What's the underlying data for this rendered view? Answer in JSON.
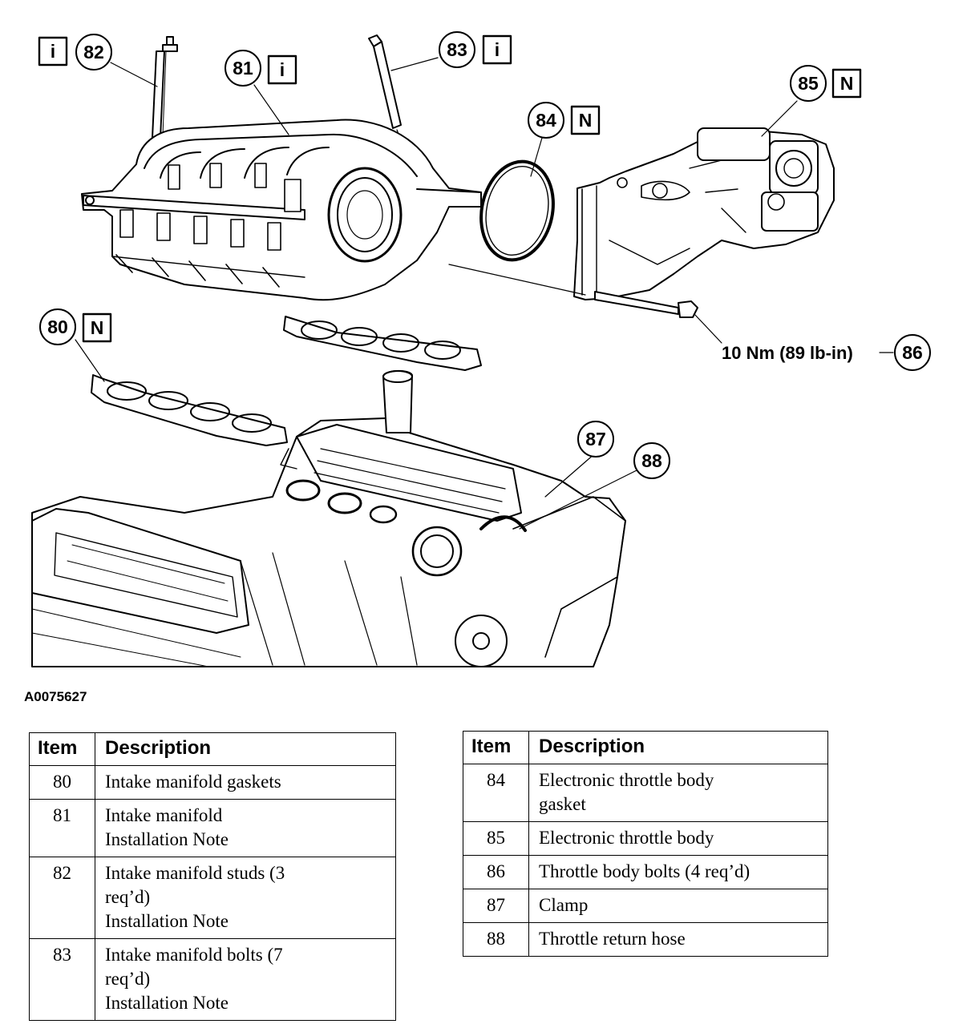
{
  "figure_id": "A0075627",
  "callouts": [
    {
      "num": "82",
      "badge": "i"
    },
    {
      "num": "81",
      "badge": "i"
    },
    {
      "num": "83",
      "badge": "i"
    },
    {
      "num": "84",
      "badge": "N"
    },
    {
      "num": "85",
      "badge": "N"
    },
    {
      "num": "80",
      "badge": "N"
    },
    {
      "num": "86",
      "badge": ""
    },
    {
      "num": "87",
      "badge": ""
    },
    {
      "num": "88",
      "badge": ""
    }
  ],
  "torque_label": "10 Nm (89 lb-in)",
  "table_headers": {
    "item": "Item",
    "description": "Description"
  },
  "left_table": [
    {
      "item": "80",
      "lines": [
        "Intake manifold gaskets"
      ]
    },
    {
      "item": "81",
      "lines": [
        "Intake manifold",
        "Installation Note"
      ]
    },
    {
      "item": "82",
      "lines": [
        "Intake manifold studs (3",
        "req’d)",
        "Installation Note"
      ]
    },
    {
      "item": "83",
      "lines": [
        "Intake manifold bolts (7",
        "req’d)",
        "Installation Note"
      ]
    }
  ],
  "right_table": [
    {
      "item": "84",
      "lines": [
        "Electronic throttle body",
        "gasket"
      ]
    },
    {
      "item": "85",
      "lines": [
        "Electronic throttle body"
      ]
    },
    {
      "item": "86",
      "lines": [
        "Throttle body bolts (4 req’d)"
      ]
    },
    {
      "item": "87",
      "lines": [
        "Clamp"
      ]
    },
    {
      "item": "88",
      "lines": [
        "Throttle return hose"
      ]
    }
  ]
}
